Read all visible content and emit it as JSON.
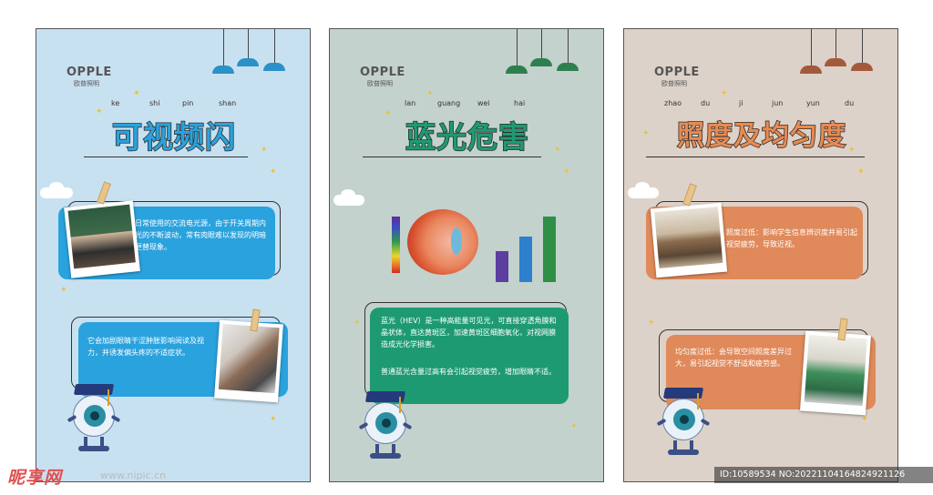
{
  "brand": {
    "name_en": "OPPLE",
    "name_cn": "欧普照明"
  },
  "posters": [
    {
      "title": "可视频闪",
      "title_color": "#2aa2dd",
      "pinyin": [
        "ke",
        "shi",
        "pin",
        "shan"
      ],
      "card1_text": "日常使用的交流电光源，由于开关周期内光的不断波动，常有肉眼难以发现的明暗更替现象。",
      "card2_text": "它会加剧眼睛干涩肿胀影响阅读及视力，并诱发偏头疼的不适症状。",
      "card_color": "#2aa2dd"
    },
    {
      "title": "蓝光危害",
      "title_color": "#1e9a73",
      "pinyin": [
        "lan",
        "guang",
        "wei",
        "hai"
      ],
      "card1_text": "蓝光（HEV）是一种高能量可见光，可直接穿透角膜和晶状体，直达黄斑区，加速黄斑区细胞氧化，对视网膜造成光化学损害。",
      "card2_text": "普通蓝光含量过高有会引起视觉疲劳，增加眼睛不适。",
      "card_color": "#1e9a73"
    },
    {
      "title": "照度及均匀度",
      "title_color": "#e88a52",
      "pinyin": [
        "zhao",
        "du",
        "ji",
        "jun",
        "yun",
        "du"
      ],
      "card1_text": "照度过低：影响学生信息辨识度并易引起视觉疲劳，导致近视。",
      "card2_text": "均匀度过低：会导致空间照度差异过大，易引起视觉不舒适和疲劳感。",
      "card_color": "#e0895a"
    }
  ],
  "colors": {
    "lamp_blue": "#2b91c6",
    "lamp_green": "#2e7f4f",
    "lamp_brown": "#a35a3c"
  },
  "watermark": {
    "text": "昵享网",
    "url": "www.nipic.cn"
  },
  "id_text": "ID:10589534 NO:20221104164824921126"
}
